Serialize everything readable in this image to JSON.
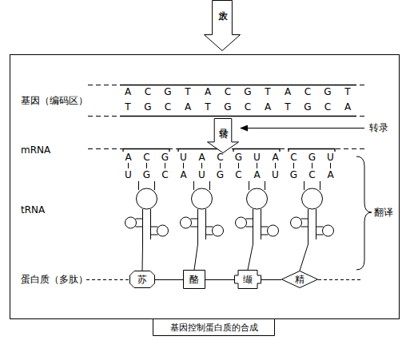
{
  "diagram": {
    "nodes": [
      {
        "text": [
          "放大"
        ]
      },
      {
        "text": [
          "转录"
        ]
      },
      {
        "text": [
          "苏"
        ]
      },
      {
        "text": [
          "酪"
        ]
      },
      {
        "text": [
          "缬"
        ]
      },
      {
        "text": [
          "精"
        ]
      },
      {
        "text": [
          "基因控制蛋白质的合成"
        ]
      }
    ],
    "edges": [
      {
        "from": 2,
        "to": 3,
        "arrow": "none"
      },
      {
        "from": 3,
        "to": 4,
        "arrow": "none"
      },
      {
        "from": 4,
        "to": 5,
        "arrow": "none"
      }
    ],
    "labels": [
      "基因（编码区）",
      "A",
      "C",
      "G",
      "T",
      "A",
      "C",
      "G",
      "T",
      "A",
      "C",
      "G",
      "T",
      "T",
      "G",
      "C",
      "A",
      "T",
      "G",
      "C",
      "A",
      "T",
      "G",
      "C",
      "A",
      "转录",
      "mRNA",
      "A",
      "C",
      "G",
      "U",
      "A",
      "C",
      "G",
      "U",
      "A",
      "C",
      "G",
      "U",
      "U",
      "G",
      "C",
      "A",
      "U",
      "G",
      "C",
      "A",
      "U",
      "G",
      "C",
      "A",
      "tRNA",
      "翻译",
      "蛋白质（多肽）"
    ]
  }
}
